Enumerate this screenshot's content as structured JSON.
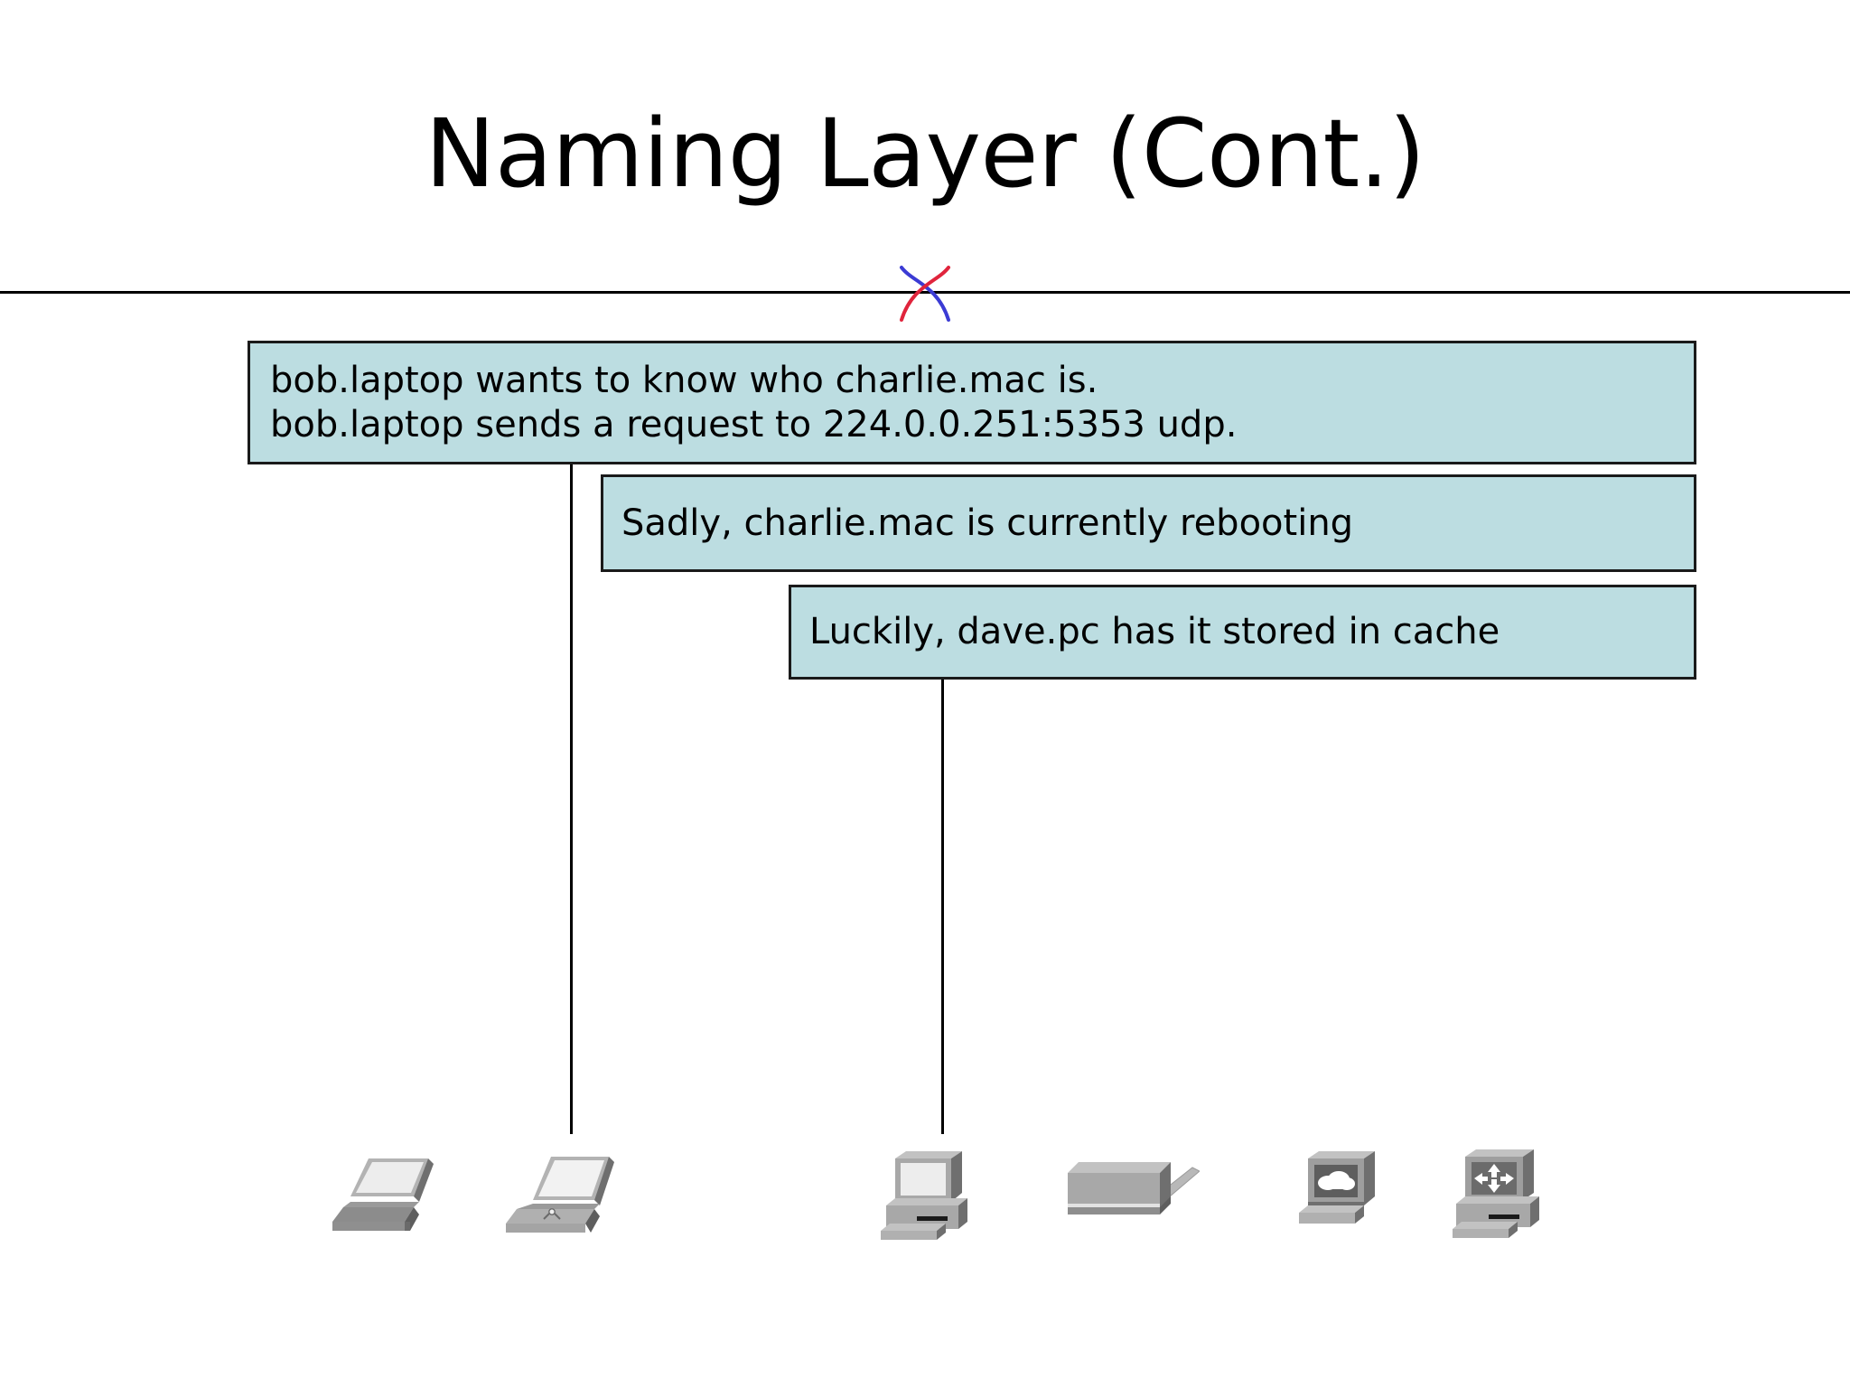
{
  "slide": {
    "title": "Naming Layer (Cont.)",
    "background_color": "#ffffff",
    "rule_color": "#000000"
  },
  "ornament": {
    "name": "crossing-arcs-ornament",
    "arc_color_left": "#3b3bd4",
    "arc_color_right": "#e0243c"
  },
  "callouts": [
    {
      "id": "callout-1",
      "fill_color": "#bcdde1",
      "border_color": "#1a1a1a",
      "lines": [
        "bob.laptop wants to know who charlie.mac is.",
        "bob.laptop sends a request to 224.0.0.251:5353 udp."
      ]
    },
    {
      "id": "callout-2",
      "fill_color": "#bcdde1",
      "border_color": "#1a1a1a",
      "lines": [
        "Sadly, charlie.mac is currently rebooting"
      ]
    },
    {
      "id": "callout-3",
      "fill_color": "#bcdde1",
      "border_color": "#1a1a1a",
      "lines": [
        "Luckily, dave.pc has it stored in cache"
      ]
    }
  ],
  "connectors": [
    {
      "id": "connector-1",
      "from": "callout-1",
      "to": "device-laptop-wifi"
    },
    {
      "id": "connector-2",
      "from": "callout-3",
      "to": "device-desktop-pc"
    }
  ],
  "devices": [
    {
      "icon": "laptop-icon",
      "name": "laptop-plain"
    },
    {
      "icon": "laptop-wireless-icon",
      "name": "laptop-wifi"
    },
    {
      "icon": "desktop-computer-icon",
      "name": "desktop-pc"
    },
    {
      "icon": "server-antenna-icon",
      "name": "server-antenna"
    },
    {
      "icon": "cloud-terminal-icon",
      "name": "cloud-terminal"
    },
    {
      "icon": "router-workstation-icon",
      "name": "router-station"
    }
  ],
  "palette": {
    "callout_fill": "#bcdde1",
    "outline": "#1a1a1a",
    "device_light": "#d9d9d9",
    "device_mid": "#a8a8a8",
    "device_dark": "#787878",
    "device_screen": "#ededed"
  }
}
